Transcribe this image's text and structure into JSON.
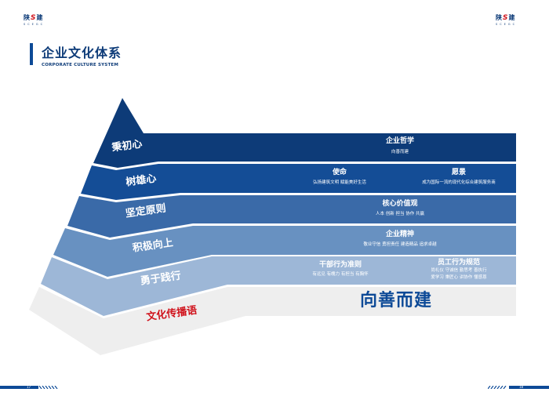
{
  "logo": {
    "cn_left": "陕",
    "cn_right": "建",
    "en": "SCEGC"
  },
  "header": {
    "title": "企业文化体系",
    "subtitle": "CORPORATE CULTURE SYSTEM"
  },
  "pyramid": {
    "levels": [
      "秉初心",
      "树雄心",
      "坚定原则",
      "积极向上",
      "勇于践行",
      "文化传播语"
    ]
  },
  "bands": {
    "philosophy": {
      "title": "企业哲学",
      "text": "向善而建"
    },
    "mission": {
      "title": "使命",
      "text": "弘扬建筑文明  赋能美好生活"
    },
    "vision": {
      "title": "愿景",
      "text": "成为国际一流的现代化综合建筑服务商"
    },
    "values": {
      "title": "核心价值观",
      "text": "人本  创新  担当  协作  共赢"
    },
    "spirit": {
      "title": "企业精神",
      "text": "敬业守信  勇担责任  建造精品  追求卓越"
    },
    "cadre": {
      "title": "干部行为准则",
      "text": "有远见  有魄力  有担当  有胸怀"
    },
    "staff": {
      "title": "员工行为规范",
      "line1": "尚礼仪  守诚信  勤思考  善执行",
      "line2": "爱学习  秉匠心  讲协作  懂感恩"
    },
    "slogan": "向善而建"
  },
  "footer": {
    "page_left": "17",
    "page_right": "18"
  },
  "colors": {
    "navy": "#0d3b78",
    "accent_red": "#d0121b"
  }
}
